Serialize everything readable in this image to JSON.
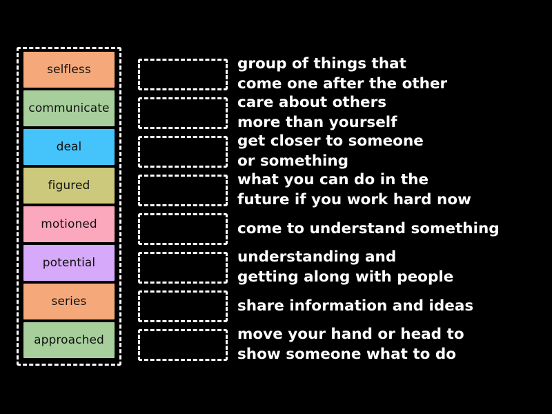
{
  "activity": {
    "type": "match-up",
    "background_color": "#000000",
    "dashed_border_color": "#ffffff",
    "definition_text_color": "#ffffff",
    "tile_text_color": "#111111"
  },
  "word_bank": {
    "name": "word-bank",
    "tiles": [
      {
        "label": "selfless",
        "color": "#f5a97a"
      },
      {
        "label": "communicate",
        "color": "#a7cf9c"
      },
      {
        "label": "deal",
        "color": "#45c3fb"
      },
      {
        "label": "figured",
        "color": "#ccc87c"
      },
      {
        "label": "motioned",
        "color": "#fca8bc"
      },
      {
        "label": "potential",
        "color": "#d7a9fb"
      },
      {
        "label": "series",
        "color": "#f5a97a"
      },
      {
        "label": "approached",
        "color": "#a7cf9c"
      }
    ]
  },
  "answers": {
    "name": "answer-list",
    "rows": [
      {
        "drop_zone_label": "",
        "definition": "group of things that\ncome one after the other"
      },
      {
        "drop_zone_label": "",
        "definition": "care about others\nmore than yourself"
      },
      {
        "drop_zone_label": "",
        "definition": "get closer to someone\nor something"
      },
      {
        "drop_zone_label": "",
        "definition": "what you can do in the\nfuture if you work hard now"
      },
      {
        "drop_zone_label": "",
        "definition": "come to understand something"
      },
      {
        "drop_zone_label": "",
        "definition": "understanding and\ngetting along with people"
      },
      {
        "drop_zone_label": "",
        "definition": "share information and ideas"
      },
      {
        "drop_zone_label": "",
        "definition": "move your hand or head to\nshow someone what to do"
      }
    ]
  }
}
